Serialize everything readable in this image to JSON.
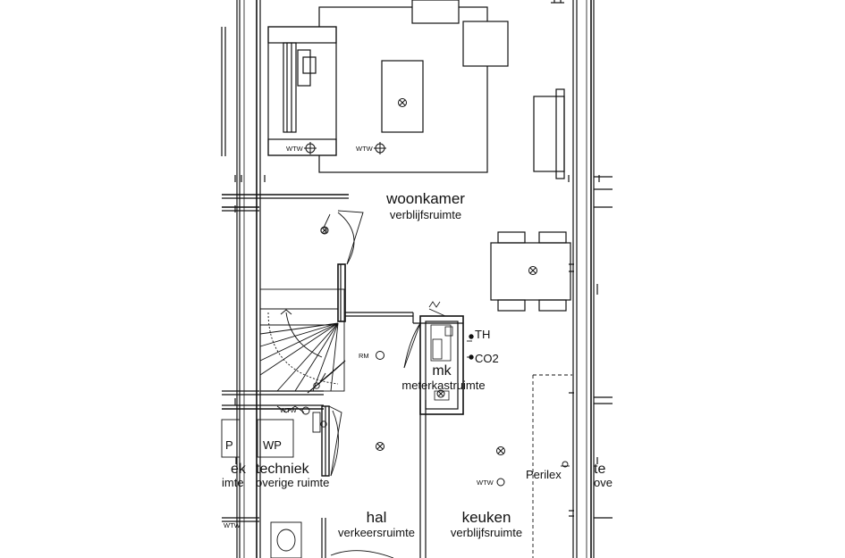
{
  "rooms": {
    "woonkamer": {
      "name": "woonkamer",
      "function": "verblijfsruimte"
    },
    "meterkast": {
      "name": "mk",
      "function": "meterkastruimte"
    },
    "hal": {
      "name": "hal",
      "function": "verkeersruimte"
    },
    "keuken": {
      "name": "keuken",
      "function": "verblijfsruimte"
    },
    "techniek": {
      "name": "techniek",
      "function": "overige ruimte"
    },
    "left_neighbour": {
      "name": "ek",
      "function": "imte"
    },
    "right_neighbour": {
      "name": "te",
      "function": "ove"
    }
  },
  "labels": {
    "th": "TH",
    "co2": "CO2",
    "rm": "RM",
    "perilex": "Perilex",
    "wp_left": "P",
    "wp": "WP",
    "wtw": "WTW",
    "wtw_stair": "WTW"
  },
  "colors": {
    "line": "#111111",
    "background": "#ffffff"
  }
}
